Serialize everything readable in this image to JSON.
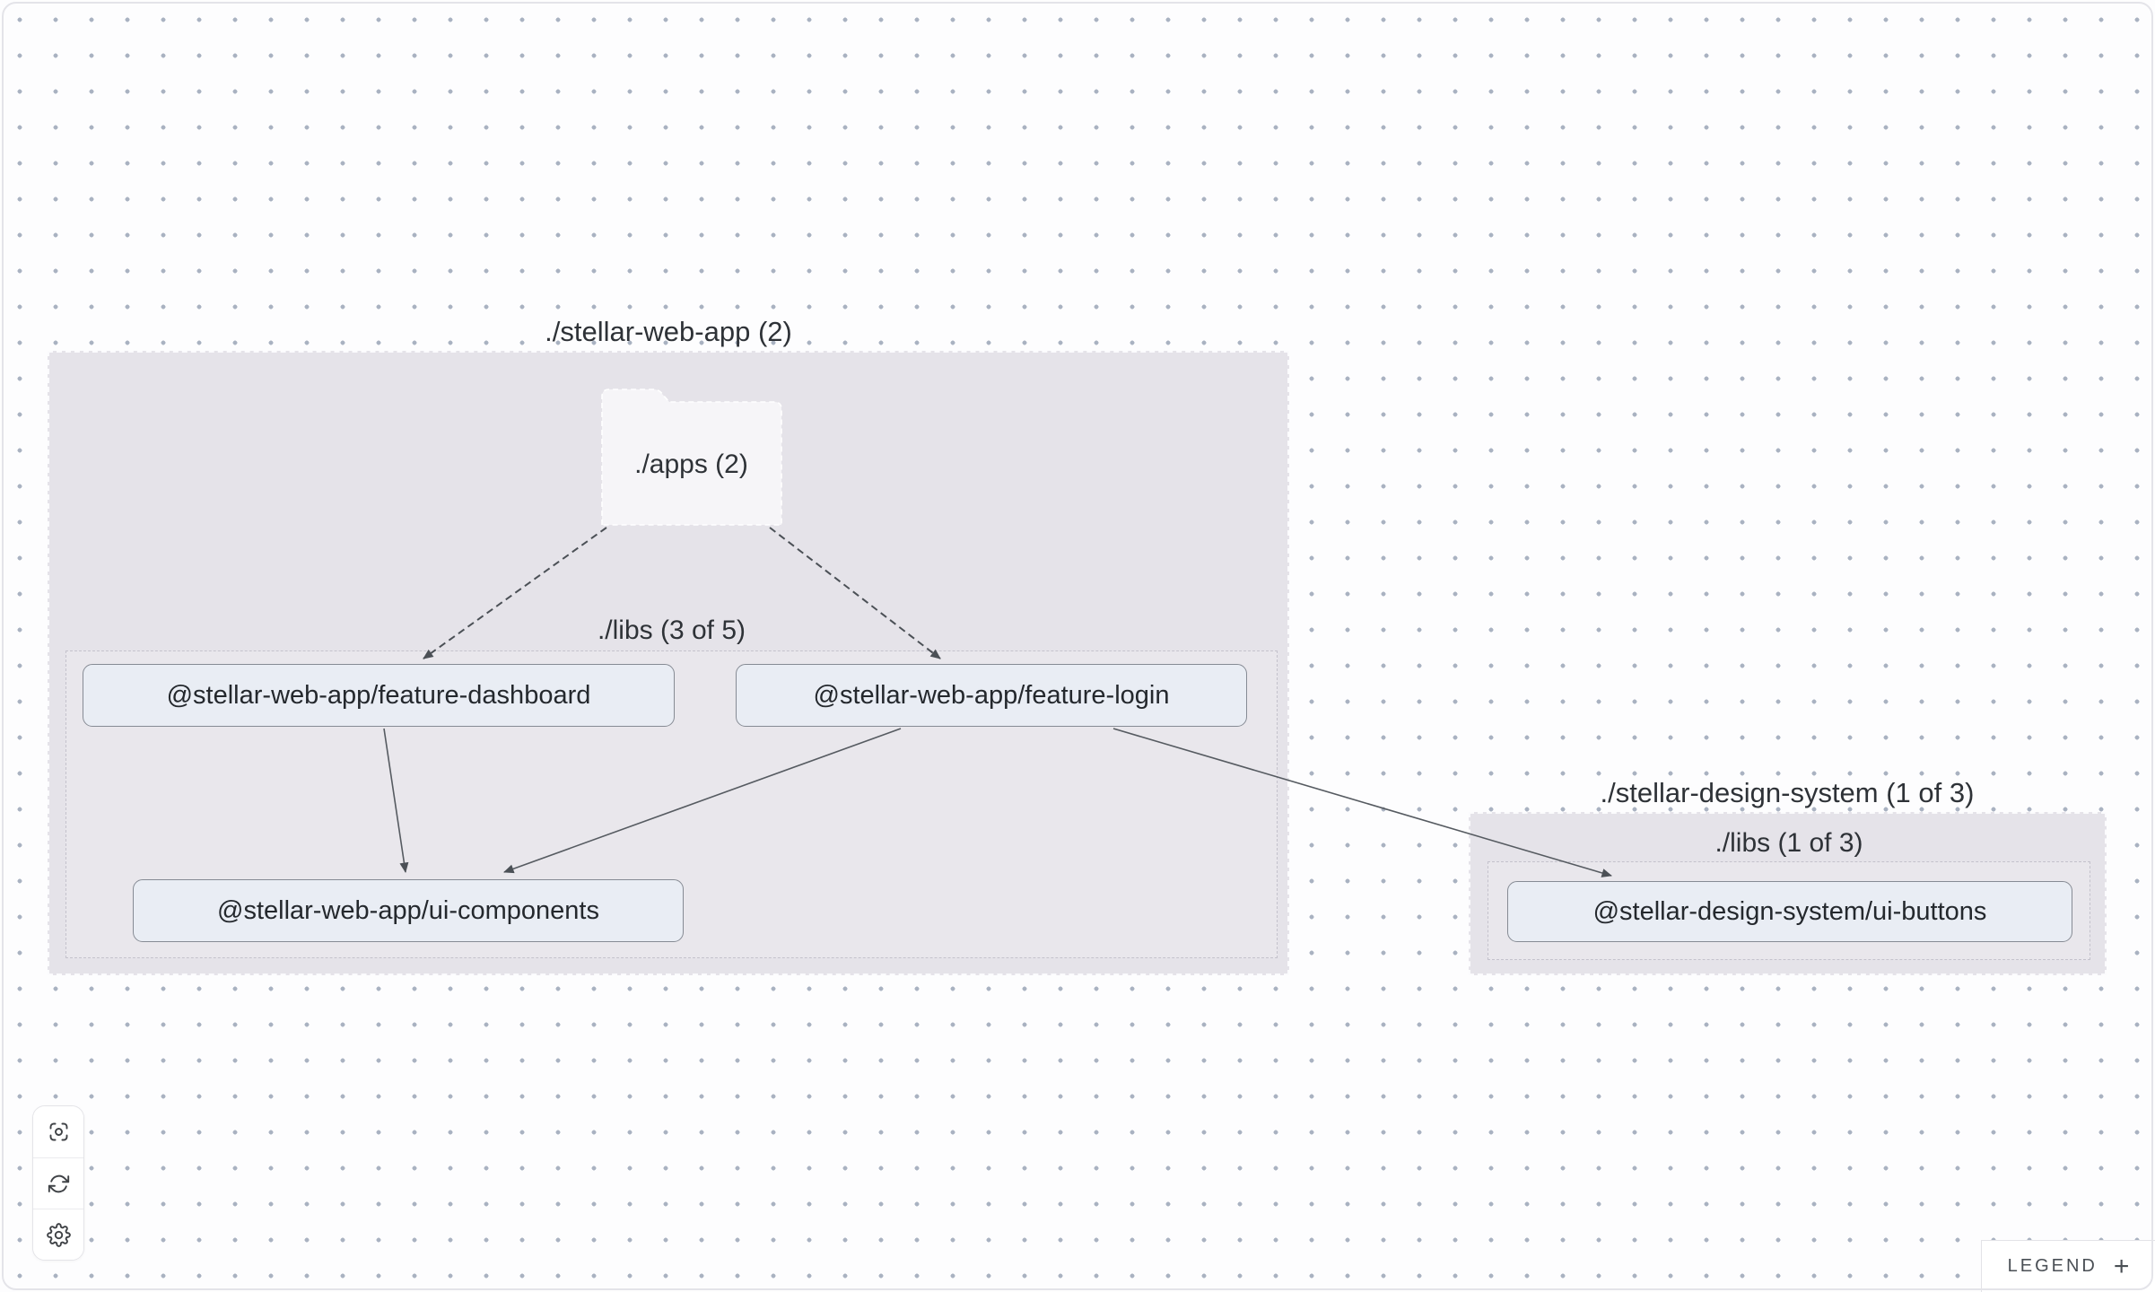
{
  "titles": {
    "web_app_group": "./stellar-web-app (2)",
    "apps_folder": "./apps (2)",
    "libs_left": "./libs (3 of 5)",
    "design_system_group": "./stellar-design-system (1 of 3)",
    "libs_right": "./libs (1 of 3)"
  },
  "nodes": {
    "feature_dashboard": "@stellar-web-app/feature-dashboard",
    "feature_login": "@stellar-web-app/feature-login",
    "ui_components": "@stellar-web-app/ui-components",
    "ui_buttons": "@stellar-design-system/ui-buttons"
  },
  "edges": [
    {
      "source": "./apps",
      "target": "@stellar-web-app/feature-dashboard",
      "style": "dashed"
    },
    {
      "source": "./apps",
      "target": "@stellar-web-app/feature-login",
      "style": "dashed"
    },
    {
      "source": "@stellar-web-app/feature-dashboard",
      "target": "@stellar-web-app/ui-components",
      "style": "solid"
    },
    {
      "source": "@stellar-web-app/feature-login",
      "target": "@stellar-web-app/ui-components",
      "style": "solid"
    },
    {
      "source": "@stellar-web-app/feature-login",
      "target": "@stellar-design-system/ui-buttons",
      "style": "solid"
    }
  ],
  "toolbar": {
    "buttons": [
      {
        "name": "focus"
      },
      {
        "name": "refresh"
      },
      {
        "name": "settings"
      }
    ]
  },
  "legend": {
    "label": "LEGEND",
    "toggle": "+"
  },
  "colors": {
    "group_fill": "#e5e3e9",
    "node_fill": "#e9edf4",
    "node_border": "#868b94",
    "folder_fill": "#f6f5f8",
    "edge": "#4b5056",
    "dot": "#a9b2c1",
    "text": "#2b2f34"
  }
}
